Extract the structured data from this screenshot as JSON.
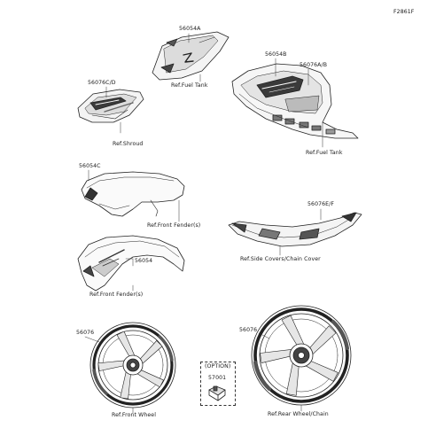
{
  "figure_code": "F2861F",
  "parts": {
    "p_56054A": "56054A",
    "p_56054B": "56054B",
    "p_56076AB": "56076A/B",
    "p_56076CD": "56076C/D",
    "p_56054C": "56054C",
    "p_56076EF": "56076E/F",
    "p_56054": "56054",
    "p_56076_front": "56076",
    "p_56076_rear": "56076",
    "p_57001": "57001"
  },
  "refs": {
    "fuel_tank_top": "Ref.Fuel Tank",
    "fuel_tank_right": "Ref.Fuel Tank",
    "shroud": "Ref.Shroud",
    "front_fender_upper": "Ref.Front Fender(s)",
    "side_covers": "Ref.Side Covers/Chain Cover",
    "front_fender_lower": "Ref.Front Fender(s)",
    "front_wheel": "Ref.Front Wheel",
    "rear_wheel": "Ref.Rear Wheel/Chain"
  },
  "option": {
    "label": "(OPTION)"
  }
}
